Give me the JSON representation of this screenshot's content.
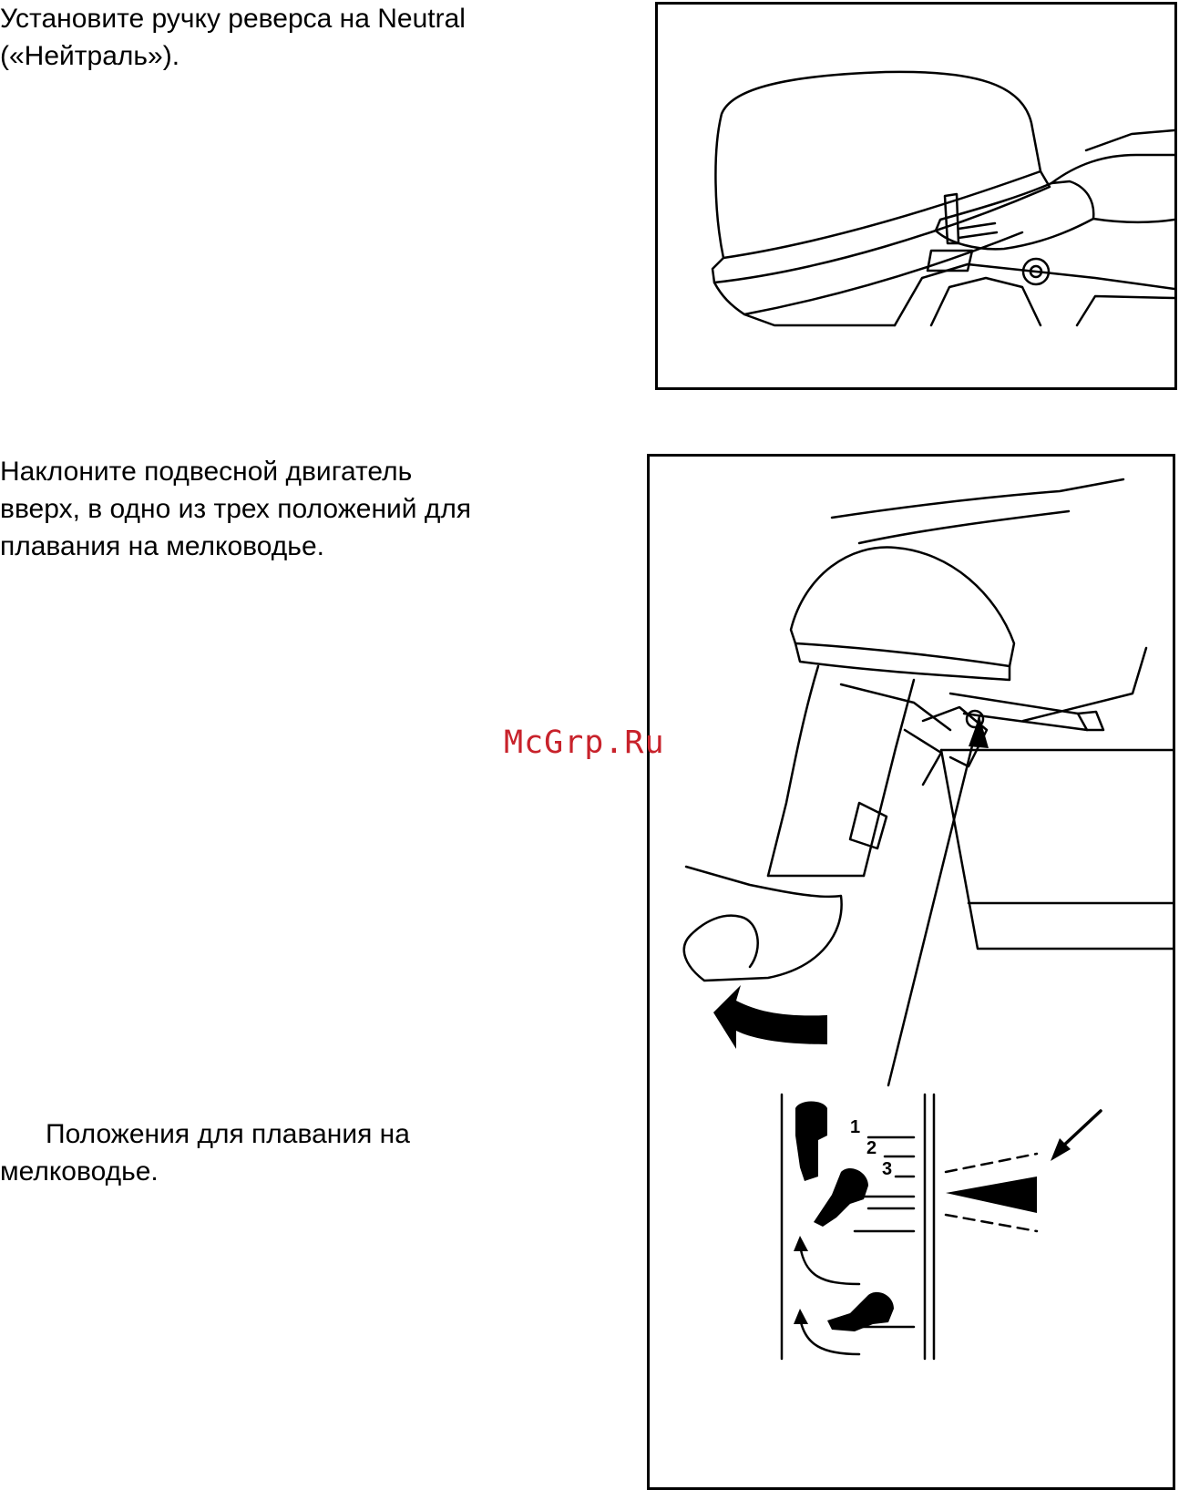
{
  "section1": {
    "lines": [
      "Установите ручку реверса на Neutral",
      "(«Нейтраль»)."
    ]
  },
  "section2": {
    "lines": [
      "Наклоните подвесной двигатель",
      "вверх, в одно из трех положений для",
      "плавания на мелководье."
    ]
  },
  "section3": {
    "lines": [
      "      Положения для плавания на",
      "мелководье."
    ]
  },
  "figure2": {
    "position_labels": [
      "1",
      "2",
      "3"
    ]
  },
  "watermark": {
    "text": "McGrp.Ru",
    "color": "#c8222b"
  }
}
